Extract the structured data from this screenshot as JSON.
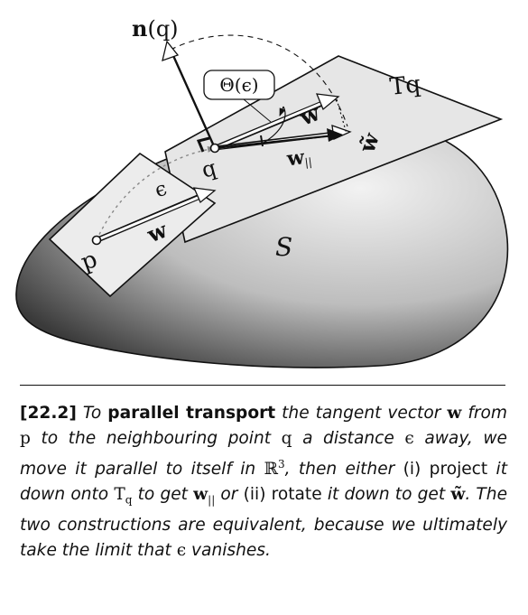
{
  "figure": {
    "normal_label": "n(q)",
    "normal_label_bold": "n",
    "normal_label_arg": "(q)",
    "angle_label": "Θ(ϵ)",
    "plane_label": "Tq",
    "surface_label": "S",
    "point_p": "p",
    "point_q": "q",
    "epsilon": "ϵ",
    "vec_w": "w",
    "vec_w_tilde": "w̃",
    "vec_w_par": "w",
    "vec_w_par_sub": "||",
    "colors": {
      "surface_light": "#f2f2f2",
      "surface_dark": "#3a3a3a",
      "plane": "#e6e6e6",
      "ink": "#111111"
    }
  },
  "caption": {
    "number": "[22.2]",
    "t1": " To ",
    "t2": "parallel transport",
    "t3": " the tangent vector ",
    "w1": "w",
    "t4": " from ",
    "p": "p",
    "t5": " to the neighbouring point ",
    "q": "q",
    "t6": " a distance ",
    "eps": "ϵ",
    "t7": " away, we move it parallel to itself in ",
    "R": "ℝ",
    "R_exp": "3",
    "t8": ", then either ",
    "opt1": "(i) project",
    "t9": " it down onto ",
    "T": "T",
    "T_sub": "q",
    "t10": " to get ",
    "w2": "w",
    "w2_sub": "||",
    "t11": " or ",
    "opt2": "(ii) rotate",
    "t12": " it down to get ",
    "w3": "w̃",
    "t13": ". The two constructions are equivalent, because we ultimately take the limit that ",
    "eps2": "ϵ",
    "t14": " vanishes."
  }
}
